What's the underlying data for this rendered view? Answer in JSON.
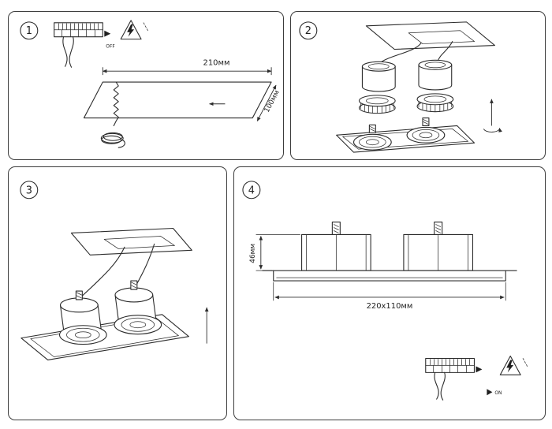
{
  "panels": {
    "p1": {
      "step": "1",
      "switch_state": "OFF",
      "cutout_width": "210мм",
      "cutout_depth": "100мм"
    },
    "p2": {
      "step": "2"
    },
    "p3": {
      "step": "3"
    },
    "p4": {
      "step": "4",
      "switch_state": "ON",
      "recess_height": "46мм",
      "cutout_size": "220x110мм"
    }
  },
  "colors": {
    "line": "#2c2c2c",
    "panel_border": "#3c3c3c",
    "background": "#ffffff"
  }
}
